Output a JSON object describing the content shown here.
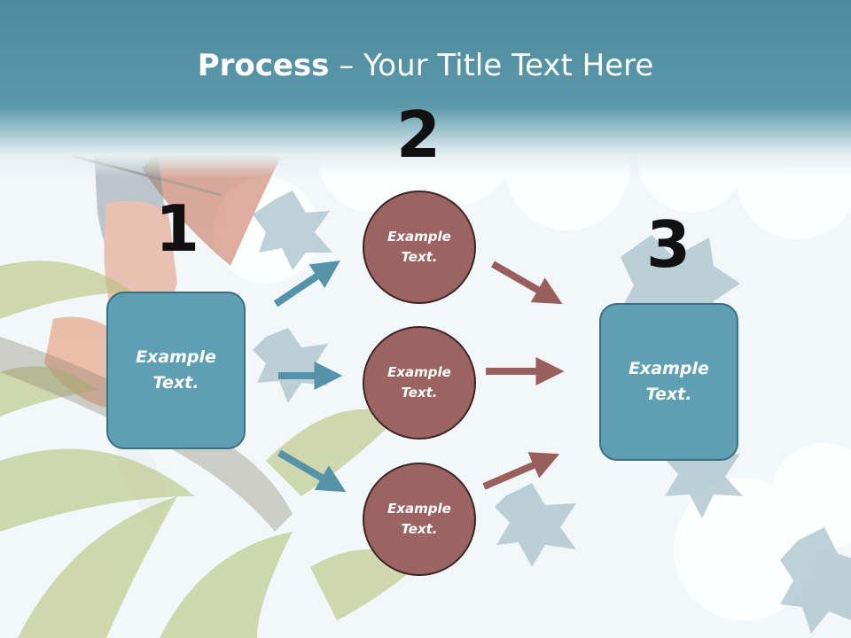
{
  "slide": {
    "title_bold": "Process",
    "title_rest": " – Your Title Text Here"
  },
  "steps": {
    "step1": {
      "number": "1",
      "label": "Example Text."
    },
    "step2": {
      "number": "2"
    },
    "step3": {
      "number": "3",
      "label": "Example Text."
    }
  },
  "circles": [
    {
      "label": "Example Text."
    },
    {
      "label": "Example Text."
    },
    {
      "label": "Example Text."
    }
  ],
  "colors": {
    "header": "#5a98aa",
    "box_fill": "#5f9fb3",
    "circle_fill": "#9b6462",
    "arrow_left": "#5693a8",
    "arrow_right": "#9a5e5c"
  }
}
